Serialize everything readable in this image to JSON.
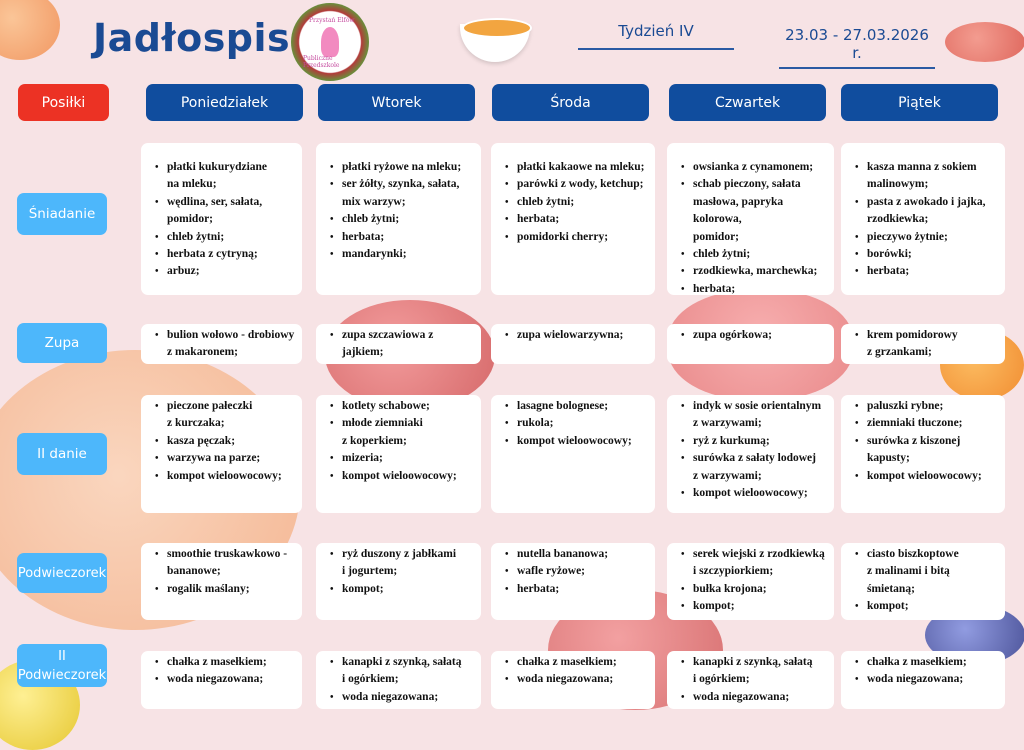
{
  "header": {
    "title": "Jadłospis",
    "logo_text_top": "Przystań Elfów",
    "logo_text_bottom": "Publiczne Przedszkole",
    "week": "Tydzień IV",
    "dates": "23.03 - 27.03.2026 r."
  },
  "columns": {
    "meals_header": "Posiłki",
    "days": [
      "Poniedziałek",
      "Wtorek",
      "Środa",
      "Czwartek",
      "Piątek"
    ]
  },
  "meals": [
    {
      "label": "Śniadanie",
      "days": [
        [
          "płatki kukurydziane",
          "~na mleku;",
          "wędlina, ser,  sałata,",
          "~pomidor;",
          "chleb żytni;",
          "herbata z cytryną;",
          "arbuz;"
        ],
        [
          "płatki ryżowe na mleku;",
          "ser żółty, szynka, sałata,",
          "~mix warzyw;",
          "chleb żytni;",
          "herbata;",
          "mandarynki;"
        ],
        [
          "płatki kakaowe na mleku;",
          "parówki z wody, ketchup;",
          "chleb żytni;",
          "herbata;",
          "pomidorki cherry;"
        ],
        [
          "owsianka z cynamonem;",
          "schab pieczony, sałata",
          "~masłowa, papryka kolorowa,",
          "~pomidor;",
          "chleb żytni;",
          "rzodkiewka, marchewka;",
          "herbata;"
        ],
        [
          "kasza manna z sokiem",
          "~malinowym;",
          "pasta z awokado i jajka,",
          "~rzodkiewka;",
          "pieczywo żytnie;",
          "borówki;",
          "herbata;"
        ]
      ]
    },
    {
      "label": "Zupa",
      "days": [
        [
          "bulion wołowo - drobiowy",
          "~z makaronem;"
        ],
        [
          "zupa szczawiowa z jajkiem;"
        ],
        [
          "zupa wielowarzywna;"
        ],
        [
          "zupa ogórkowa;"
        ],
        [
          "krem pomidorowy",
          "~z grzankami;"
        ]
      ]
    },
    {
      "label": "II danie",
      "days": [
        [
          "pieczone pałeczki",
          "~z kurczaka;",
          "kasza pęczak;",
          "warzywa na parze;",
          "kompot wieloowocowy;"
        ],
        [
          "kotlety schabowe;",
          "młode ziemniaki",
          "~z koperkiem;",
          "mizeria;",
          "kompot wieloowocowy;"
        ],
        [
          "lasagne bolognese;",
          "rukola;",
          "kompot wieloowocowy;"
        ],
        [
          "indyk w sosie orientalnym",
          "~z warzywami;",
          "ryż  z kurkumą;",
          "surówka z sałaty lodowej",
          "~z warzywami;",
          "kompot wieloowocowy;"
        ],
        [
          "paluszki rybne;",
          "ziemniaki tłuczone;",
          "surówka z kiszonej kapusty;",
          "kompot wieloowocowy;"
        ]
      ]
    },
    {
      "label": "Podwieczorek",
      "days": [
        [
          "smoothie truskawkowo -",
          "~bananowe;",
          "rogalik maślany;"
        ],
        [
          "ryż duszony z jabłkami",
          "~i jogurtem;",
          "kompot;"
        ],
        [
          "nutella bananowa;",
          "wafle ryżowe;",
          "herbata;"
        ],
        [
          "serek wiejski z rzodkiewką",
          "~i szczypiorkiem;",
          "bułka krojona;",
          "kompot;"
        ],
        [
          "ciasto biszkoptowe",
          "~z malinami i bitą śmietaną;",
          "kompot;"
        ]
      ]
    },
    {
      "label": "II Podwieczorek",
      "days": [
        [
          "chałka z masełkiem;",
          "woda niegazowana;"
        ],
        [
          "kanapki z szynką, sałatą",
          "~i ogórkiem;",
          "woda niegazowana;"
        ],
        [
          "chałka z masełkiem;",
          "woda niegazowana;"
        ],
        [
          "kanapki z szynką, sałatą",
          "~i ogórkiem;",
          "woda niegazowana;"
        ],
        [
          "chałka z masełkiem;",
          "woda niegazowana;"
        ]
      ]
    }
  ],
  "colors": {
    "background": "#f7e3e5",
    "title": "#1a4a93",
    "day_header": "#104d9e",
    "meals_header": "#ec3224",
    "meal_label": "#4db7fb"
  }
}
